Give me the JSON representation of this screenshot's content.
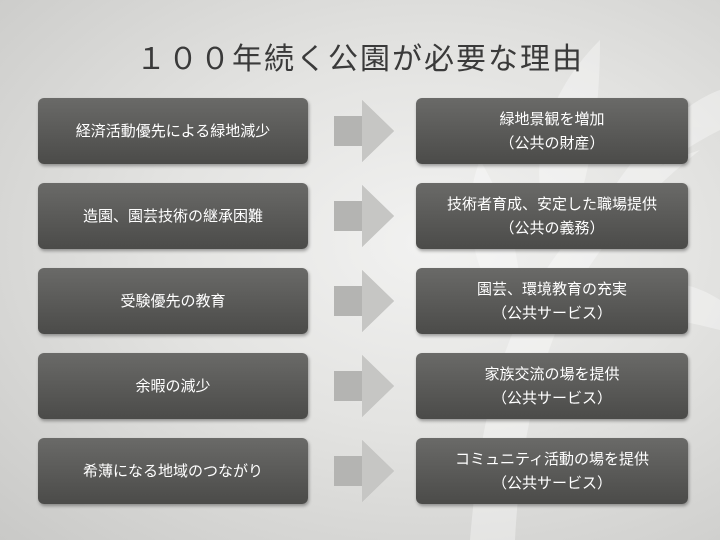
{
  "title": "１００年続く公園が必要な理由",
  "rows": [
    {
      "cause": "経済活動優先による緑地減少",
      "result_line1": "緑地景観を増加",
      "result_line2": "（公共の財産）"
    },
    {
      "cause": "造園、園芸技術の継承困難",
      "result_line1": "技術者育成、安定した職場提供",
      "result_line2": "（公共の義務）"
    },
    {
      "cause": "受験優先の教育",
      "result_line1": "園芸、環境教育の充実",
      "result_line2": "（公共サービス）"
    },
    {
      "cause": "余暇の減少",
      "result_line1": "家族交流の場を提供",
      "result_line2": "（公共サービス）"
    },
    {
      "cause": "希薄になる地域のつながり",
      "result_line1": "コミュニティ活動の場を提供",
      "result_line2": "（公共サービス）"
    }
  ],
  "colors": {
    "box": "#555553",
    "arrow": "#b4b4b2",
    "text": "#ffffff",
    "title": "#3a3a3a"
  },
  "icons": {
    "connector": "right-arrow-icon",
    "background": "plant-silhouette"
  }
}
